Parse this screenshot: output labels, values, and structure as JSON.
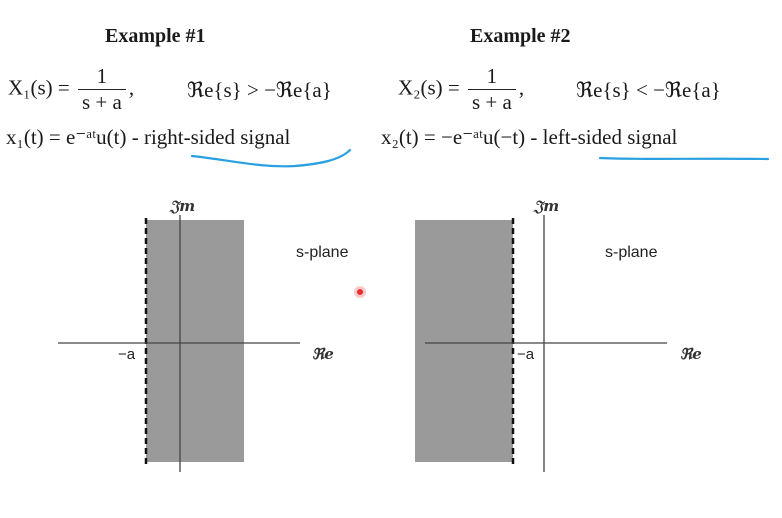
{
  "example1": {
    "heading": "Example #1",
    "lhs": "X₁(s) =",
    "num": "1",
    "den": "s + a",
    "roc": "ℜe{s} > −ℜe{a}",
    "time": "x₁(t) = e⁻ᵃᵗu(t) -",
    "desc": "right-sided signal",
    "plane_label": "s-plane",
    "im_label": "𝔍m",
    "re_label": "ℜe",
    "tick": "−a"
  },
  "example2": {
    "heading": "Example #2",
    "lhs": "X₂(s) =",
    "num": "1",
    "den": "s + a",
    "roc": "ℜe{s} < −ℜe{a}",
    "time": "x₂(t) = −e⁻ᵃᵗu(−t) -",
    "desc": "left-sided signal",
    "plane_label": "s-plane",
    "im_label": "𝔍m",
    "re_label": "ℜe",
    "tick": "−a"
  },
  "colors": {
    "roc_fill": "#9a9a9a",
    "underline": "#2aa0e0",
    "cursor_dot": "#e03030"
  }
}
